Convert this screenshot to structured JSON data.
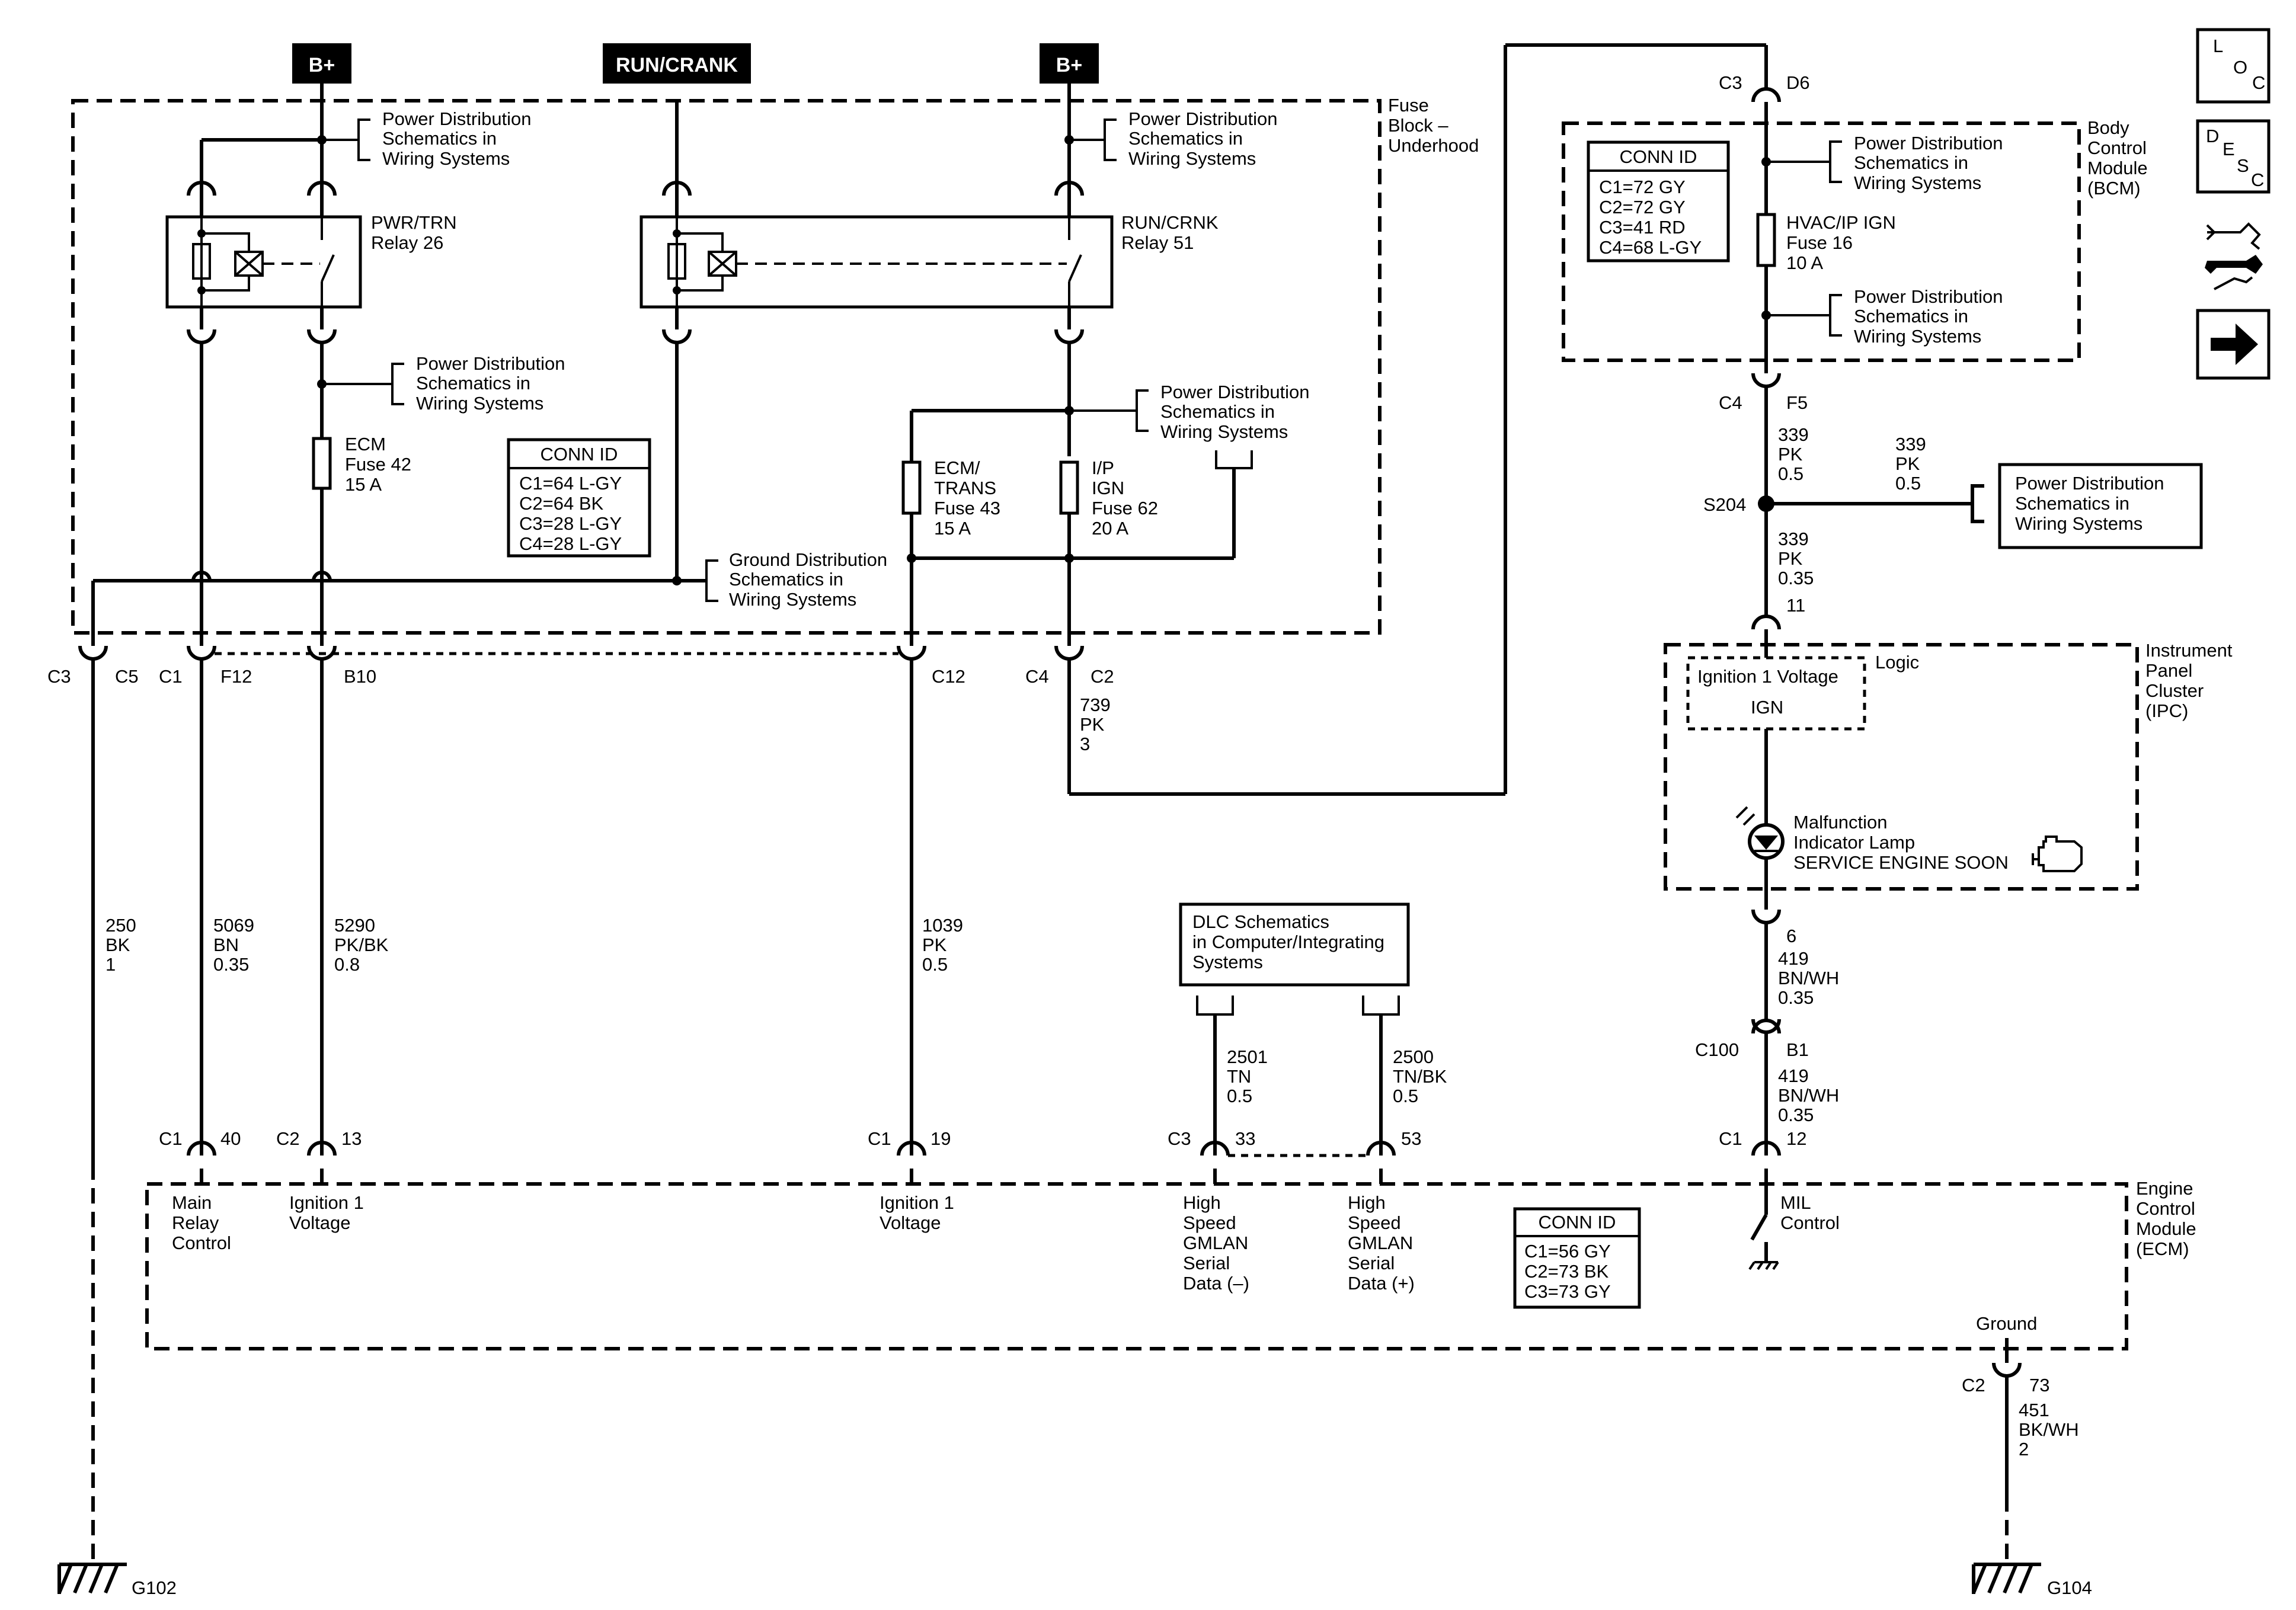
{
  "supplies": {
    "bplus_left": "B+",
    "run_crank": "RUN/CRANK",
    "bplus_right": "B+"
  },
  "fuse_block": {
    "label_1": "Fuse",
    "label_2": "Block –",
    "label_3": "Underhood"
  },
  "pd": {
    "line1": "Power Distribution",
    "line2": "Schematics in",
    "line3": "Wiring Systems"
  },
  "gd": {
    "line1": "Ground Distribution",
    "line2": "Schematics in",
    "line3": "Wiring Systems"
  },
  "relay26": {
    "name": "PWR/TRN",
    "num": "Relay 26"
  },
  "relay51": {
    "name": "RUN/CRNK",
    "num": "Relay 51"
  },
  "fuse42": {
    "l1": "ECM",
    "l2": "Fuse 42",
    "l3": "15 A"
  },
  "fuse43": {
    "l1": "ECM/",
    "l2": "TRANS",
    "l3": "Fuse 43",
    "l4": "15 A"
  },
  "fuse62": {
    "l1": "I/P",
    "l2": "IGN",
    "l3": "Fuse 62",
    "l4": "20 A"
  },
  "fuse16": {
    "l1": "HVAC/IP IGN",
    "l2": "Fuse 16",
    "l3": "10 A"
  },
  "conn_fb": {
    "title": "CONN ID",
    "c1": "C1=64 L-GY",
    "c2": "C2=64 BK",
    "c3": "C3=28 L-GY",
    "c4": "C4=28 L-GY"
  },
  "conn_bcm": {
    "title": "CONN ID",
    "c1": "C1=72 GY",
    "c2": "C2=72 GY",
    "c3": "C3=41 RD",
    "c4": "C4=68 L-GY"
  },
  "conn_ecm": {
    "title": "CONN ID",
    "c1": "C1=56 GY",
    "c2": "C2=73 BK",
    "c3": "C3=73 GY"
  },
  "bcm": {
    "l1": "Body",
    "l2": "Control",
    "l3": "Module",
    "l4": "(BCM)"
  },
  "ipc": {
    "l1": "Instrument",
    "l2": "Panel",
    "l3": "Cluster",
    "l4": "(IPC)",
    "ign_voltage": "Ignition 1 Voltage",
    "ign": "IGN",
    "logic": "Logic",
    "mil1": "Malfunction",
    "mil2": "Indicator Lamp",
    "mil3": "SERVICE ENGINE SOON"
  },
  "ecm": {
    "l1": "Engine",
    "l2": "Control",
    "l3": "Module",
    "l4": "(ECM)",
    "main1": "Main",
    "main2": "Relay",
    "main3": "Control",
    "ign1a": "Ignition 1",
    "ign1b": "Voltage",
    "hs1": "High",
    "hs2": "Speed",
    "hs3": "GMLAN",
    "hs4": "Serial",
    "hs5n": "Data (–)",
    "hs5p": "Data (+)",
    "mil1": "MIL",
    "mil2": "Control",
    "ground": "Ground"
  },
  "dlc": {
    "l1": "DLC Schematics",
    "l2": "in Computer/Integrating",
    "l3": "Systems"
  },
  "connectors": {
    "c3": "C3",
    "c5": "C5",
    "c1": "C1",
    "f12": "F12",
    "b10": "B10",
    "c12": "C12",
    "c4": "C4",
    "c2": "C2",
    "d6": "D6",
    "f5": "F5",
    "s204": "S204",
    "n11": "11",
    "n6": "6",
    "c100": "C100",
    "b1": "B1",
    "n40": "40",
    "n13": "13",
    "n19": "19",
    "n33": "33",
    "n53": "53",
    "n12": "12",
    "n73": "73"
  },
  "wires": {
    "w250": [
      "250",
      "BK",
      "1"
    ],
    "w5069": [
      "5069",
      "BN",
      "0.35"
    ],
    "w5290": [
      "5290",
      "PK/BK",
      "0.8"
    ],
    "w1039": [
      "1039",
      "PK",
      "0.5"
    ],
    "w739": [
      "739",
      "PK",
      "3"
    ],
    "w339a": [
      "339",
      "PK",
      "0.5"
    ],
    "w339b": [
      "339",
      "PK",
      "0.5"
    ],
    "w339c": [
      "339",
      "PK",
      "0.35"
    ],
    "w419a": [
      "419",
      "BN/WH",
      "0.35"
    ],
    "w419b": [
      "419",
      "BN/WH",
      "0.35"
    ],
    "w2501": [
      "2501",
      "TN",
      "0.5"
    ],
    "w2500": [
      "2500",
      "TN/BK",
      "0.5"
    ],
    "w451": [
      "451",
      "BK/WH",
      "2"
    ]
  },
  "grounds": {
    "g102": "G102",
    "g104": "G104"
  },
  "side_icons": {
    "loc_l": "L",
    "loc_o": "O",
    "loc_c": "C",
    "desc_d": "D",
    "desc_e": "E",
    "desc_s": "S",
    "desc_c": "C"
  }
}
